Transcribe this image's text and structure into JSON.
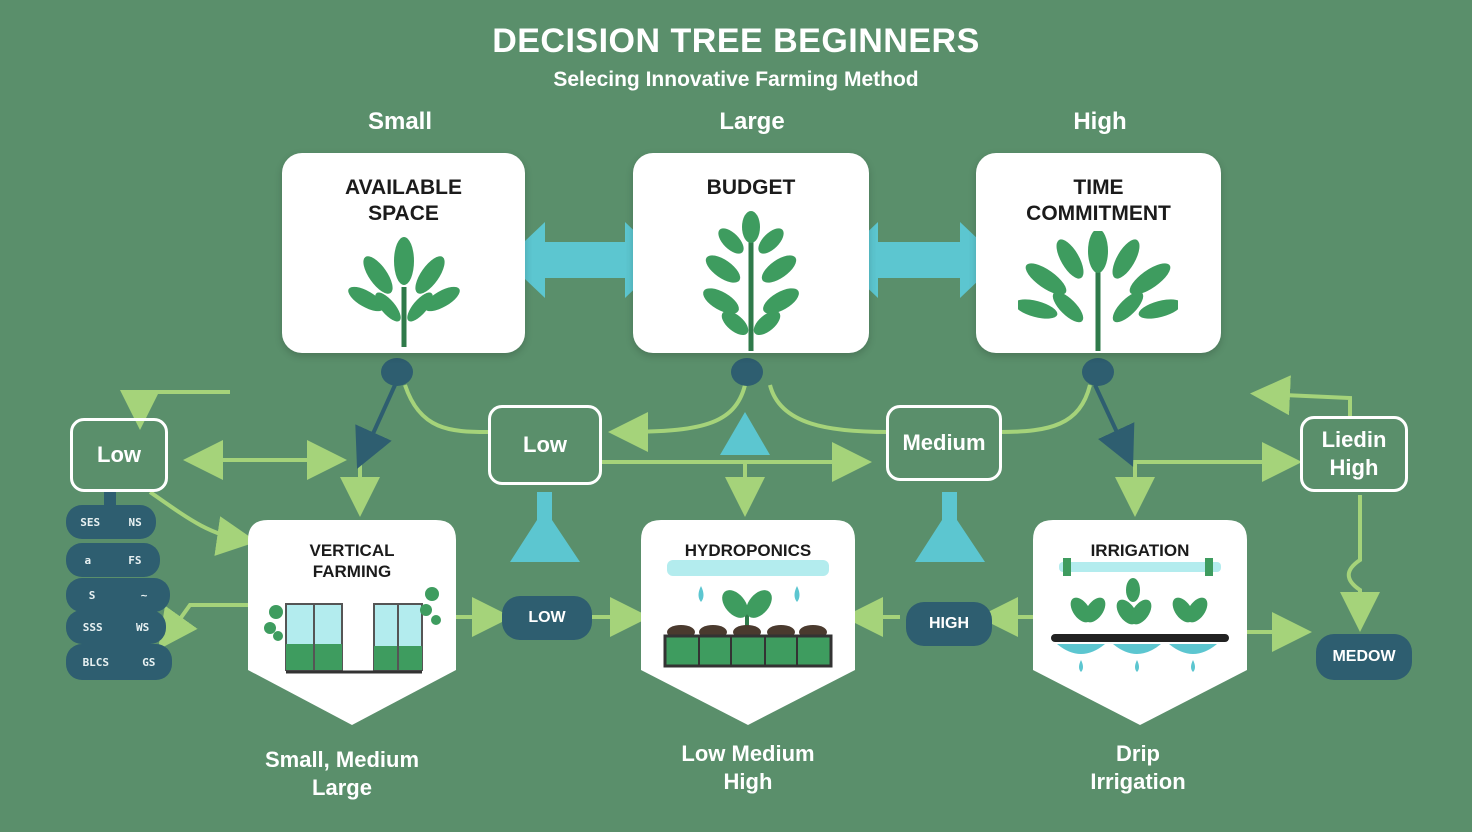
{
  "title": "DECISION TREE BEGINNERS",
  "subtitle": "Selecing Innovative Farming Method",
  "column_labels": [
    "Small",
    "Large",
    "High"
  ],
  "criteria": [
    {
      "label": "AVAILABLE\nSPACE"
    },
    {
      "label": "BUDGET"
    },
    {
      "label": "TIME\nCOMMITMENT"
    }
  ],
  "branch_nodes": {
    "left": "Low",
    "center_left": "Low",
    "center_right": "Medium",
    "right": "Liedin\nHigh"
  },
  "methods": [
    {
      "label": "VERTICAL\nFARMING"
    },
    {
      "label": "HYDROPONICS"
    },
    {
      "label": "IRRIGATION"
    }
  ],
  "connector_pills": {
    "low": "LOW",
    "high": "HIGH",
    "medow": "MEDOW"
  },
  "side_list": [
    [
      "SES",
      "NS"
    ],
    [
      "a",
      "FS"
    ],
    [
      "S",
      "~"
    ],
    [
      "SSS",
      "WS"
    ],
    [
      "BLCS",
      "GS"
    ]
  ],
  "bottom_labels": [
    "Small, Medium\nLarge",
    "Low Medium\nHigh",
    "Drip\nIrrigation"
  ],
  "colors": {
    "background": "#5a8f6b",
    "arrow_light": "#a5d37a",
    "arrow_cyan": "#5cc6d0",
    "node_dark": "#2e5e70",
    "plant_green": "#3e9c5f"
  }
}
